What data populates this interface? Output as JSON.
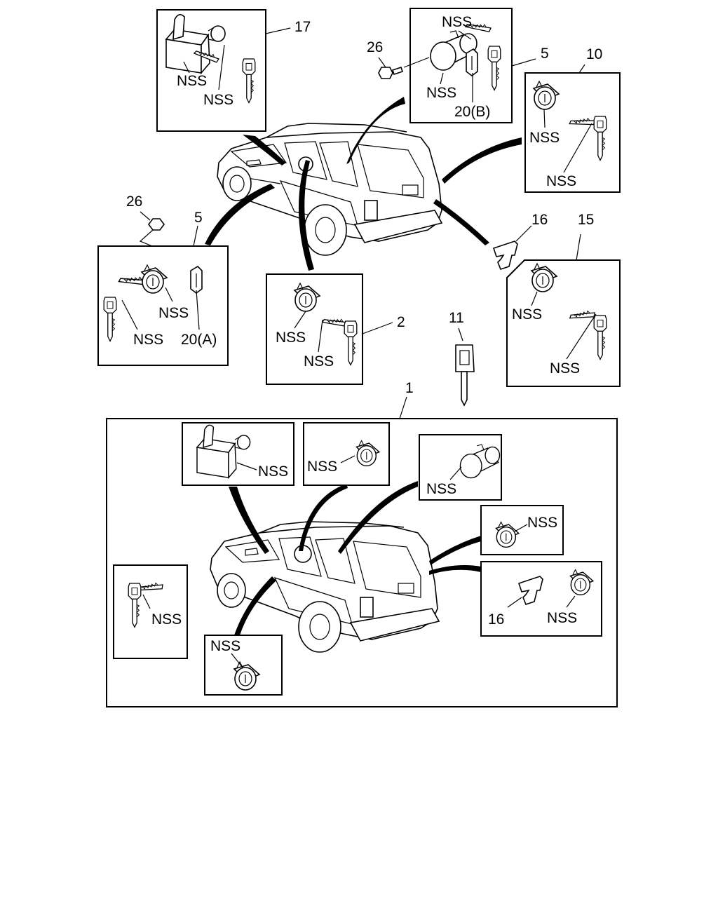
{
  "labels": {
    "nss": "NSS",
    "n1": "1",
    "n2": "2",
    "n5": "5",
    "n10": "10",
    "n11": "11",
    "n15": "15",
    "n16": "16",
    "n17": "17",
    "n26": "26",
    "n20a": "20(A)",
    "n20b": "20(B)"
  }
}
